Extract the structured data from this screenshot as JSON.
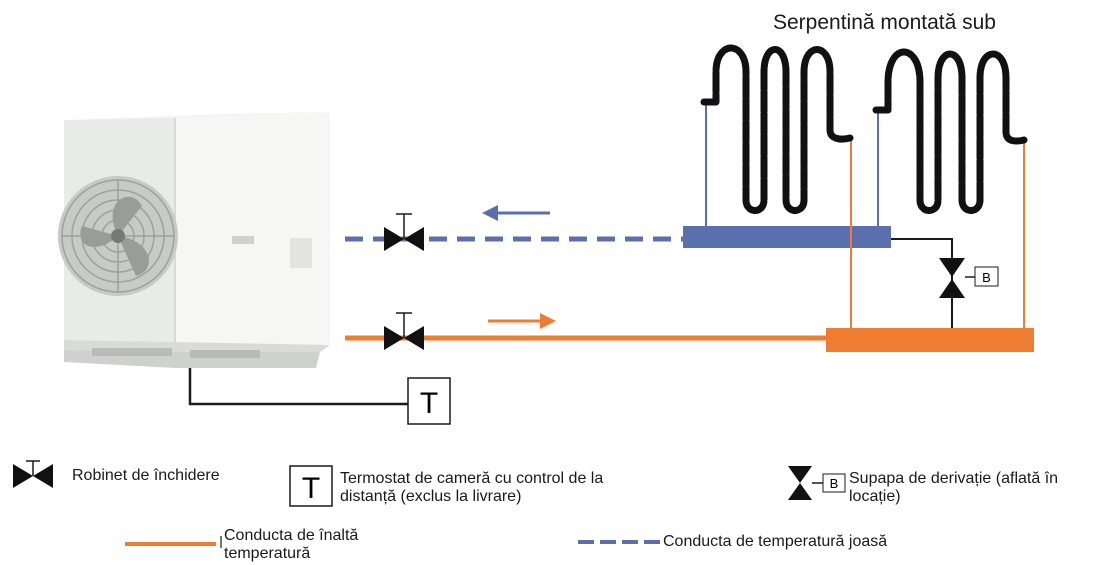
{
  "title": "Serpentină montată sub",
  "room_thermostat_symbol": "T",
  "bypass_valve_symbol": "B",
  "legend": {
    "shutoff_valve": "Robinet de închidere",
    "room_thermostat": "Termostat de cameră cu control de la\ndistanță (exclus la livrare)",
    "bypass_valve": "Supapa de derivație (aflată în\nlocație)",
    "high_temp_pipe": "Conducta de înaltă\ntemperatură",
    "low_temp_pipe": "Conducta de temperatură joasă"
  },
  "colors": {
    "high_temp": "#ee7d32",
    "low_temp": "#5b6fae",
    "coil": "#111111",
    "line": "#1a1a1a"
  },
  "icons": {
    "heat_pump": "outdoor-heat-pump-unit-icon",
    "valve": "shutoff-valve-icon",
    "bypass": "bypass-valve-icon",
    "thermostat": "thermostat-icon",
    "flow_arrow": "flow-arrow-icon"
  }
}
